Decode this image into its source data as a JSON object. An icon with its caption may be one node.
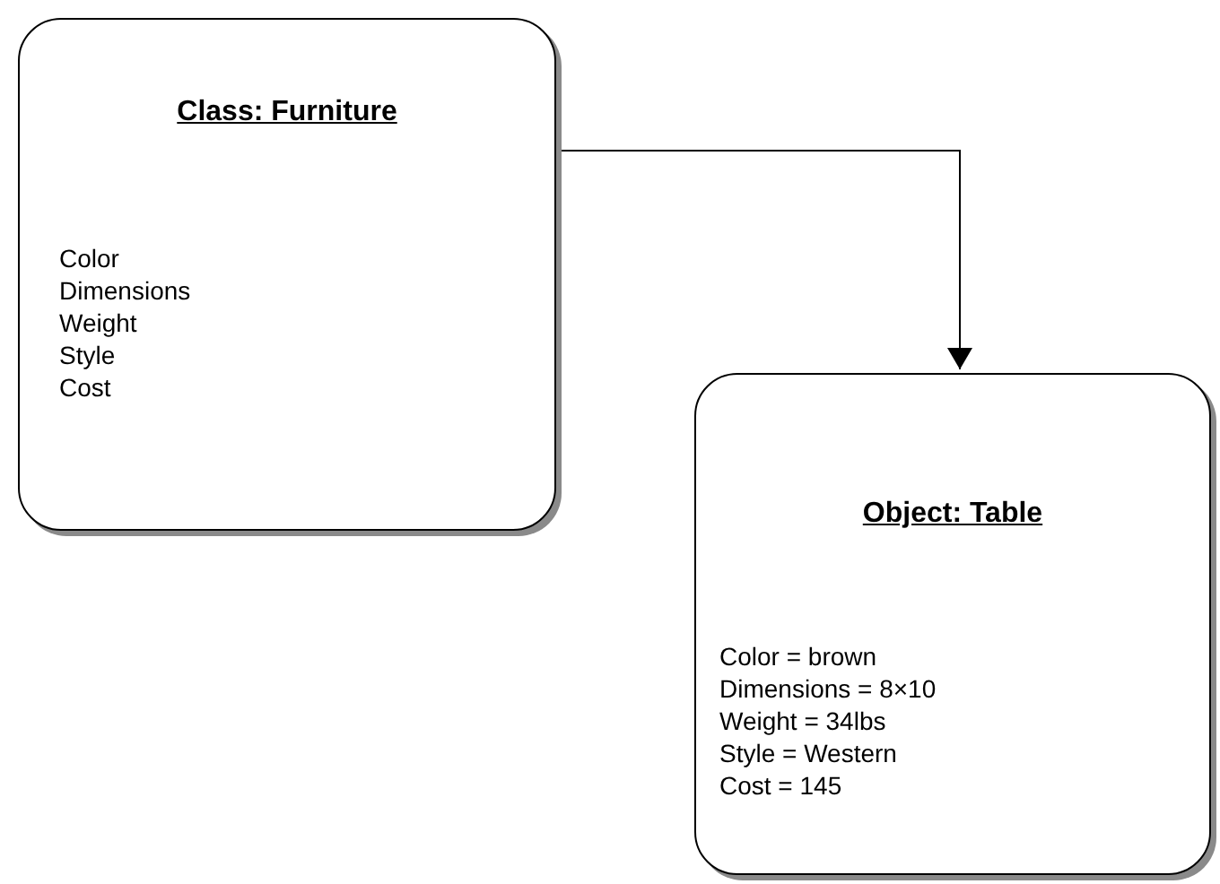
{
  "diagram": {
    "nodes": [
      {
        "text": [
          "Class: Furniture",
          "Color",
          "Dimensions",
          "Weight",
          "Style",
          "Cost"
        ]
      },
      {
        "text": [
          "Object: Table",
          "Color = brown",
          "Dimensions = 8×10",
          "Weight = 34lbs",
          "Style = Western",
          "Cost = 145"
        ]
      }
    ],
    "edges": [
      {
        "from": 0,
        "to": 1,
        "arrow": "to"
      }
    ]
  }
}
